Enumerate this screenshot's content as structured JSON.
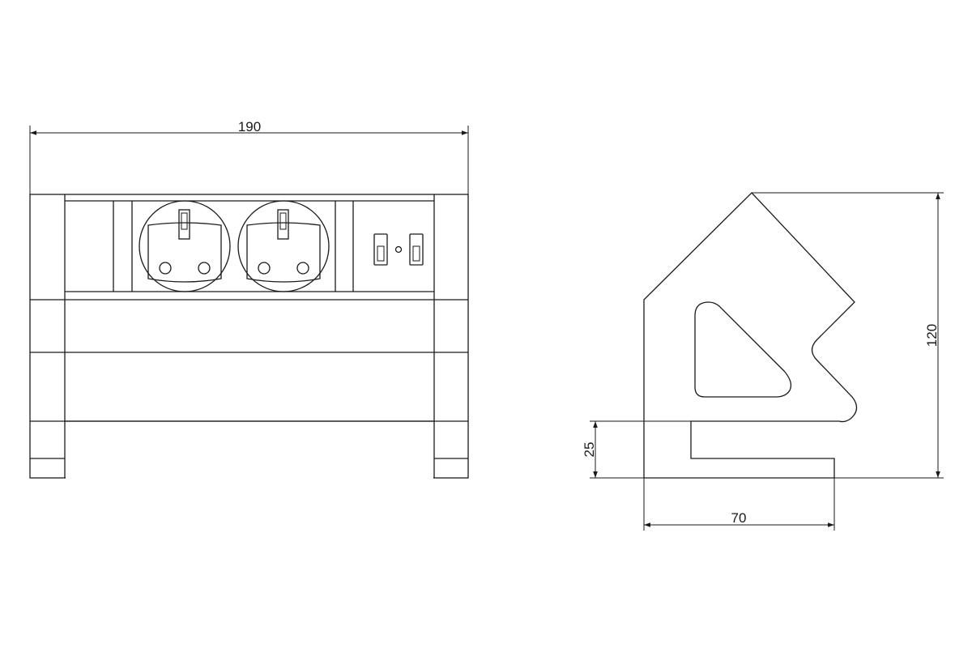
{
  "dimensions": {
    "width": "190",
    "height": "120",
    "base_height": "25",
    "depth": "70"
  },
  "colors": {
    "line": "#1a1a1a",
    "background": "#ffffff"
  }
}
